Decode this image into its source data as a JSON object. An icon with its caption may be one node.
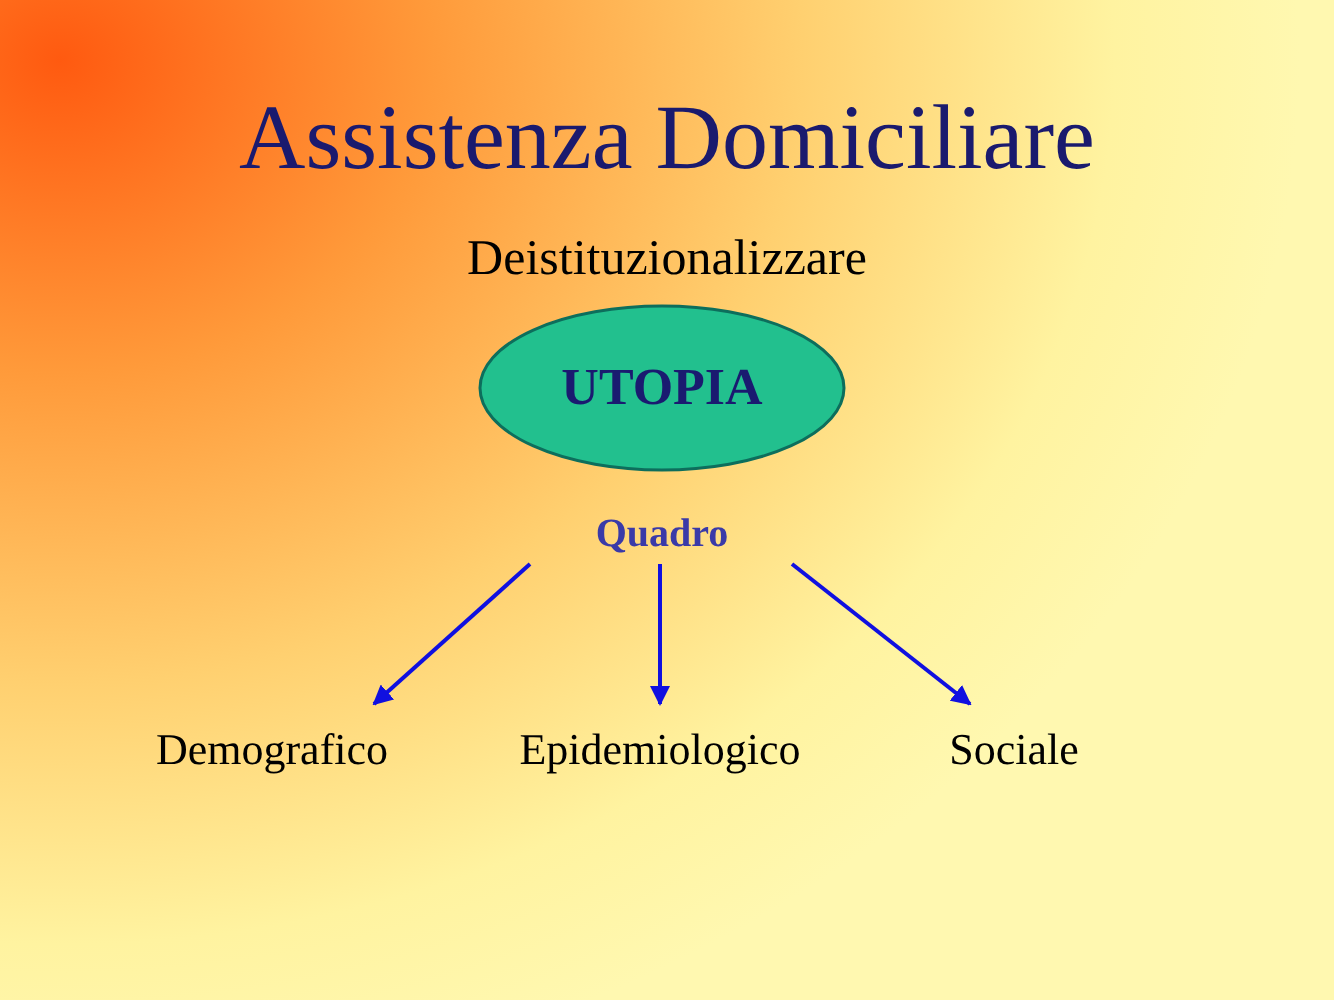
{
  "diagram": {
    "title": "Assistenza Domiciliare",
    "nodes": [
      {
        "text": [
          "UTOPIA"
        ]
      },
      {
        "text": [
          "Quadro"
        ]
      },
      {
        "text": [
          "Demografico"
        ]
      },
      {
        "text": [
          "Epidemiologico"
        ]
      },
      {
        "text": [
          "Sociale"
        ]
      }
    ],
    "edges": [
      {
        "from": 1,
        "to": 2,
        "arrow": "to"
      },
      {
        "from": 1,
        "to": 3,
        "arrow": "to"
      },
      {
        "from": 1,
        "to": 4,
        "arrow": "to"
      }
    ],
    "labels": [
      "Deistituzionalizzare"
    ]
  }
}
